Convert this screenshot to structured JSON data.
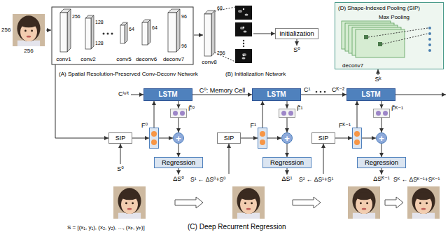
{
  "diagram": {
    "nodes": [
      {
        "text": [
          "Initialization"
        ]
      },
      {
        "text": [
          "(D) Shape-Indexed Pooling (SIP)",
          "Max Pooling",
          "deconv7"
        ]
      },
      {
        "text": [
          "LSTM"
        ]
      },
      {
        "text": [
          "LSTM"
        ]
      },
      {
        "text": [
          "LSTM"
        ]
      },
      {
        "text": [
          "F̃⁰"
        ]
      },
      {
        "text": [
          "F̃¹"
        ]
      },
      {
        "text": [
          "F̃ᴷ⁻¹"
        ]
      },
      {
        "text": [
          "SIP"
        ]
      },
      {
        "text": [
          "F⁰"
        ]
      },
      {
        "text": [
          "+"
        ]
      },
      {
        "text": [
          "SIP"
        ]
      },
      {
        "text": [
          "F¹"
        ]
      },
      {
        "text": [
          "+"
        ]
      },
      {
        "text": [
          "SIP"
        ]
      },
      {
        "text": [
          "Fᴷ⁻¹"
        ]
      },
      {
        "text": [
          "+"
        ]
      },
      {
        "text": [
          "Regression"
        ]
      },
      {
        "text": [
          "Regression"
        ]
      },
      {
        "text": [
          "Regression"
        ]
      }
    ],
    "edges": [
      {
        "from": 2,
        "to": 3,
        "arrow": "to",
        "label": "C⁰: Memory Cell"
      },
      {
        "from": 3,
        "to": 4,
        "arrow": "to"
      },
      {
        "from": 2,
        "to": 5,
        "arrow": "to"
      },
      {
        "from": 8,
        "to": 9,
        "arrow": "to"
      },
      {
        "from": 9,
        "to": 10,
        "arrow": "to"
      },
      {
        "from": 5,
        "to": 10,
        "arrow": "to"
      },
      {
        "from": 10,
        "to": 17,
        "arrow": "to"
      },
      {
        "from": 9,
        "to": 2,
        "arrow": "to"
      },
      {
        "from": 3,
        "to": 6,
        "arrow": "to"
      },
      {
        "from": 11,
        "to": 12,
        "arrow": "to"
      },
      {
        "from": 12,
        "to": 13,
        "arrow": "to"
      },
      {
        "from": 6,
        "to": 13,
        "arrow": "to"
      },
      {
        "from": 13,
        "to": 18,
        "arrow": "to"
      },
      {
        "from": 12,
        "to": 3,
        "arrow": "to"
      },
      {
        "from": 4,
        "to": 7,
        "arrow": "to"
      },
      {
        "from": 14,
        "to": 15,
        "arrow": "to"
      },
      {
        "from": 15,
        "to": 16,
        "arrow": "to"
      },
      {
        "from": 7,
        "to": 16,
        "arrow": "to"
      },
      {
        "from": 16,
        "to": 19,
        "arrow": "to"
      },
      {
        "from": 15,
        "to": 4,
        "arrow": "to"
      }
    ],
    "labels": [
      "256",
      "256",
      "conv1",
      "conv2",
      "conv5",
      "deconv6",
      "deconv7",
      "256",
      "128",
      "128",
      "64",
      "64",
      "96",
      "96",
      "conv8",
      "68",
      "256",
      "(A) Spatial Resolution-Preserved Conv-Deconv Network",
      "(B) Initialization Network",
      "S⁰",
      "Sᵏ",
      "Cⁱⁿⁱᵗ",
      "C¹",
      "Cᴷ⁻²",
      "S⁰",
      "ΔS⁰",
      "S¹ ← ΔS⁰+S⁰",
      "ΔS¹",
      "S² ← ΔS¹+S¹",
      "ΔSᴷ⁻¹",
      "Sᴷ ← ΔSᴷ⁻¹+Sᴷ⁻¹",
      "S = [(x₁, y₁), (x₂, y₂), ..., (xₚ, yₚ)]",
      "(C) Deep Recurrent Regression"
    ]
  }
}
